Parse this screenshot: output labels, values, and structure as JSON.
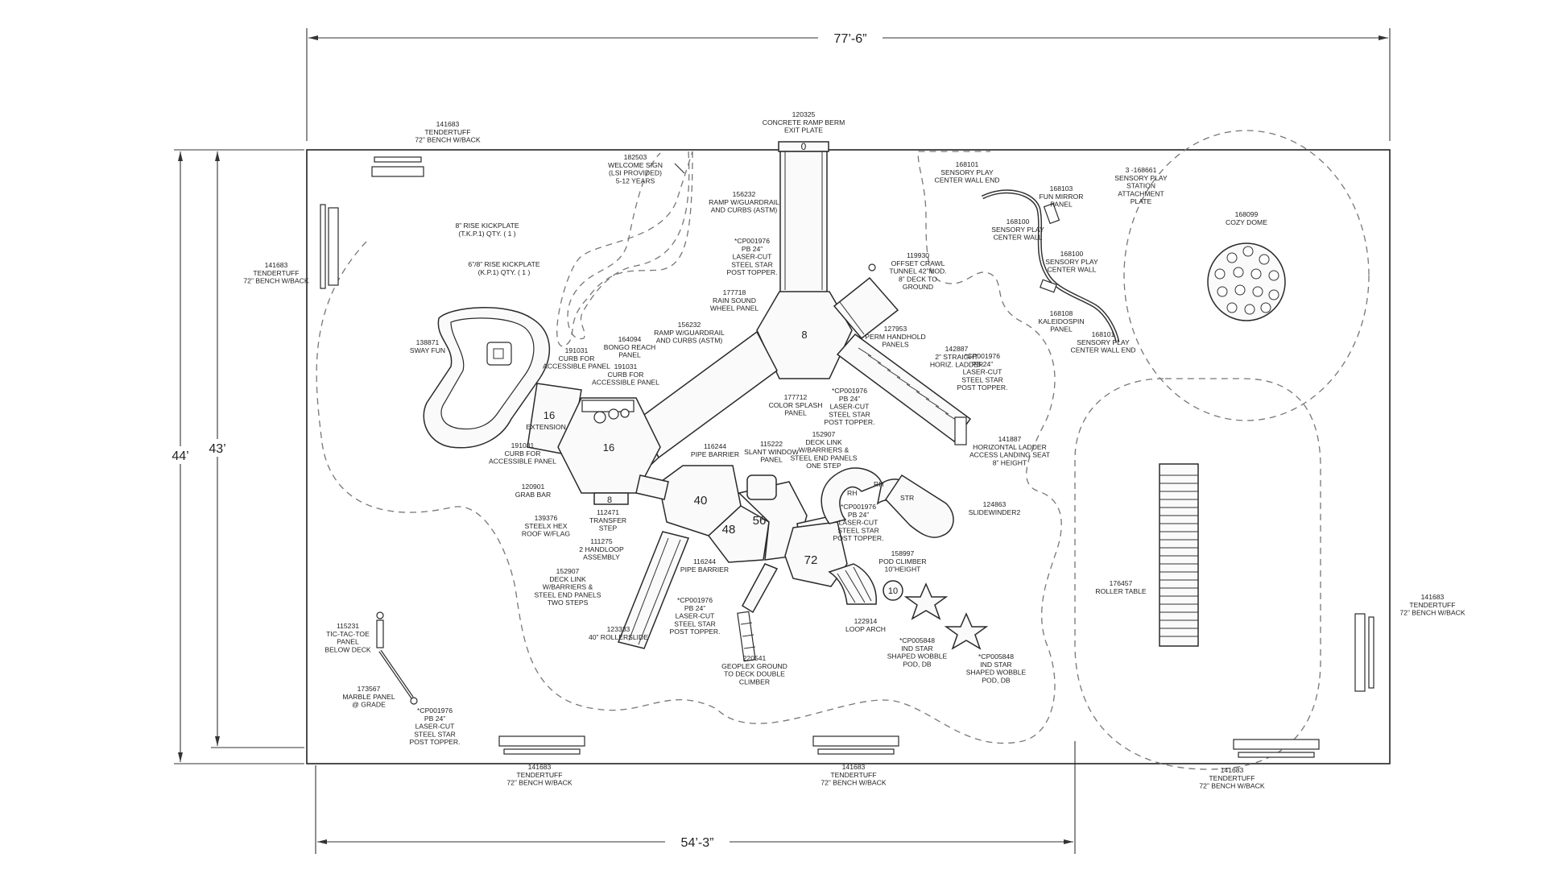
{
  "dimensions": {
    "width_top": "77’-6”",
    "width_bottom": "54’-3”",
    "height_outer": "44’",
    "height_inner": "43’"
  },
  "labels": [
    {
      "id": "bench-top-left",
      "lines": [
        "141683",
        "TENDERTUFF",
        "72” BENCH W/BACK"
      ]
    },
    {
      "id": "bench-left",
      "lines": [
        "141683",
        "TENDERTUFF",
        "72” BENCH W/BACK"
      ]
    },
    {
      "id": "bench-right",
      "lines": [
        "141683",
        "TENDERTUFF",
        "72” BENCH W/BACK"
      ]
    },
    {
      "id": "bench-bottom-1",
      "lines": [
        "141683",
        "TENDERTUFF",
        "72” BENCH W/BACK"
      ]
    },
    {
      "id": "bench-bottom-2",
      "lines": [
        "141683",
        "TENDERTUFF",
        "72” BENCH W/BACK"
      ]
    },
    {
      "id": "bench-bottom-3",
      "lines": [
        "141683",
        "TENDERTUFF",
        "72” BENCH W/BACK"
      ]
    },
    {
      "id": "welcome-sign",
      "lines": [
        "182503",
        "WELCOME SIGN",
        "(LSI PROVIDED)",
        "5-12 YEARS"
      ]
    },
    {
      "id": "kickplate-8",
      "lines": [
        "8” RISE KICKPLATE",
        "(T.K.P.1) QTY. ( 1 )"
      ]
    },
    {
      "id": "kickplate-6-8",
      "lines": [
        "6”/8” RISE KICKPLATE",
        "(K.P.1) QTY. ( 1 )"
      ]
    },
    {
      "id": "concrete-ramp",
      "lines": [
        "120325",
        "CONCRETE RAMP BERM",
        "EXIT PLATE"
      ]
    },
    {
      "id": "ramp-upper",
      "lines": [
        "156232",
        "RAMP W/GUARDRAIL",
        "AND CURBS (ASTM)"
      ]
    },
    {
      "id": "topper-ramp",
      "lines": [
        "*CP001976",
        "PB 24”",
        "LASER-CUT",
        "STEEL STAR",
        "POST TOPPER."
      ]
    },
    {
      "id": "rain-wheel",
      "lines": [
        "177718",
        "RAIN SOUND",
        "WHEEL PANEL"
      ]
    },
    {
      "id": "ramp-lower",
      "lines": [
        "156232",
        "RAMP W/GUARDRAIL",
        "AND CURBS (ASTM)"
      ]
    },
    {
      "id": "crawl-tunnel",
      "lines": [
        "119930",
        "OFFSET CRAWL",
        "TUNNEL 42”MOD.",
        "8” DECK TO",
        "GROUND"
      ]
    },
    {
      "id": "handhold",
      "lines": [
        "127953",
        "PERM HANDHOLD",
        "PANELS"
      ]
    },
    {
      "id": "straight-ladder",
      "lines": [
        "142887",
        "2” STRAIGHT",
        "HORIZ. LADDER"
      ]
    },
    {
      "id": "topper-ladder",
      "lines": [
        "*CP001976",
        "PB 24”",
        "LASER-CUT",
        "STEEL STAR",
        "POST TOPPER."
      ]
    },
    {
      "id": "sensory-wall-end-top",
      "lines": [
        "168101",
        "SENSORY PLAY",
        "CENTER WALL END"
      ]
    },
    {
      "id": "fun-mirror",
      "lines": [
        "168103",
        "FUN MIRROR",
        "PANEL"
      ]
    },
    {
      "id": "attachment-plate",
      "lines": [
        "3 -168661",
        "SENSORY PLAY",
        "STATION",
        "ATTACHMENT",
        "PLATE"
      ]
    },
    {
      "id": "sensory-wall-1",
      "lines": [
        "168100",
        "SENSORY PLAY",
        "CENTER WALL"
      ]
    },
    {
      "id": "sensory-wall-2",
      "lines": [
        "168100",
        "SENSORY PLAY",
        "CENTER WALL"
      ]
    },
    {
      "id": "kaleidospin",
      "lines": [
        "168108",
        "KALEIDOSPIN",
        "PANEL"
      ]
    },
    {
      "id": "sensory-wall-end-bottom",
      "lines": [
        "168101",
        "SENSORY PLAY",
        "CENTER WALL END"
      ]
    },
    {
      "id": "cozy-dome",
      "lines": [
        "168099",
        "COZY DOME"
      ]
    },
    {
      "id": "sway-fun",
      "lines": [
        "138871",
        "SWAY FUN"
      ]
    },
    {
      "id": "bongo",
      "lines": [
        "164094",
        "BONGO REACH",
        "PANEL"
      ]
    },
    {
      "id": "curb-1",
      "lines": [
        "191031",
        "CURB FOR",
        "ACCESSIBLE PANEL"
      ]
    },
    {
      "id": "curb-2",
      "lines": [
        "191031",
        "CURB FOR",
        "ACCESSIBLE PANEL"
      ]
    },
    {
      "id": "color-splash",
      "lines": [
        "177712",
        "COLOR SPLASH",
        "PANEL"
      ]
    },
    {
      "id": "topper-splash",
      "lines": [
        "*CP001976",
        "PB 24”",
        "LASER-CUT",
        "STEEL STAR",
        "POST TOPPER."
      ]
    },
    {
      "id": "extension",
      "lines": [
        "EXTENSION"
      ]
    },
    {
      "id": "curb-3",
      "lines": [
        "191031",
        "CURB FOR",
        "ACCESSIBLE PANEL"
      ]
    },
    {
      "id": "grab-bar",
      "lines": [
        "120901",
        "GRAB BAR"
      ]
    },
    {
      "id": "transfer-step",
      "lines": [
        "112471",
        "TRANSFER",
        "STEP"
      ]
    },
    {
      "id": "hex-roof",
      "lines": [
        "139376",
        "STEELX HEX",
        "ROOF W/FLAG"
      ]
    },
    {
      "id": "handloop",
      "lines": [
        "111275",
        "2 HANDLOOP",
        "ASSEMBLY"
      ]
    },
    {
      "id": "pipe-barrier-1",
      "lines": [
        "116244",
        "PIPE BARRIER"
      ]
    },
    {
      "id": "slant-window",
      "lines": [
        "115222",
        "SLANT WINDOW",
        "PANEL"
      ]
    },
    {
      "id": "deck-link-one",
      "lines": [
        "152907",
        "DECK LINK",
        "W/BARRIERS &",
        "STEEL END PANELS",
        "ONE STEP"
      ]
    },
    {
      "id": "horizontal-ladder",
      "lines": [
        "141887",
        "HORIZONTAL LADDER",
        "ACCESS LANDING SEAT",
        "8” HEIGHT"
      ]
    },
    {
      "id": "topper-deck",
      "lines": [
        "*CP001976",
        "PB 24”",
        "LASER-CUT",
        "STEEL STAR",
        "POST TOPPER."
      ]
    },
    {
      "id": "slidewinder",
      "lines": [
        "124863",
        "SLIDEWINDER2"
      ]
    },
    {
      "id": "pod-climber",
      "lines": [
        "158997",
        "POD CLIMBER",
        "10”HEIGHT"
      ]
    },
    {
      "id": "pipe-barrier-2",
      "lines": [
        "116244",
        "PIPE BARRIER"
      ]
    },
    {
      "id": "deck-link-two",
      "lines": [
        "152907",
        "DECK LINK",
        "W/BARRIERS &",
        "STEEL END PANELS",
        "TWO STEPS"
      ]
    },
    {
      "id": "rollerslide",
      "lines": [
        "123333",
        "40” ROLLERSLIDE"
      ]
    },
    {
      "id": "topper-roller",
      "lines": [
        "*CP001976",
        "PB 24”",
        "LASER-CUT",
        "STEEL STAR",
        "POST TOPPER."
      ]
    },
    {
      "id": "geoplex",
      "lines": [
        "220541",
        "GEOPLEX GROUND",
        "TO DECK DOUBLE",
        "CLIMBER"
      ]
    },
    {
      "id": "loop-arch",
      "lines": [
        "122914",
        "LOOP ARCH"
      ]
    },
    {
      "id": "wobble-1",
      "lines": [
        "*CP005848",
        "IND STAR",
        "SHAPED WOBBLE",
        "POD, DB"
      ]
    },
    {
      "id": "wobble-2",
      "lines": [
        "*CP005848",
        "IND STAR",
        "SHAPED WOBBLE",
        "POD, DB"
      ]
    },
    {
      "id": "tic-tac-toe",
      "lines": [
        "115231",
        "TIC-TAC-TOE",
        "PANEL",
        "BELOW DECK"
      ]
    },
    {
      "id": "marble",
      "lines": [
        "173567",
        "MARBLE PANEL",
        "@ GRADE"
      ]
    },
    {
      "id": "topper-marble",
      "lines": [
        "*CP001976",
        "PB 24”",
        "LASER-CUT",
        "STEEL STAR",
        "POST TOPPER."
      ]
    },
    {
      "id": "roller-table",
      "lines": [
        "176457",
        "ROLLER TABLE"
      ]
    }
  ],
  "deck_numbers": [
    {
      "id": "exit-plate-0",
      "text": "0"
    },
    {
      "id": "deck-8-top",
      "text": "8"
    },
    {
      "id": "deck-16-a",
      "text": "16"
    },
    {
      "id": "deck-16-b",
      "text": "16"
    },
    {
      "id": "deck-8-bottom",
      "text": "8"
    },
    {
      "id": "deck-40",
      "text": "40"
    },
    {
      "id": "deck-48",
      "text": "48"
    },
    {
      "id": "deck-56",
      "text": "56"
    },
    {
      "id": "deck-72",
      "text": "72"
    },
    {
      "id": "pod-10",
      "text": "10"
    },
    {
      "id": "slide-rh-1",
      "text": "RH"
    },
    {
      "id": "slide-rh-2",
      "text": "RH"
    },
    {
      "id": "slide-str",
      "text": "STR"
    }
  ]
}
